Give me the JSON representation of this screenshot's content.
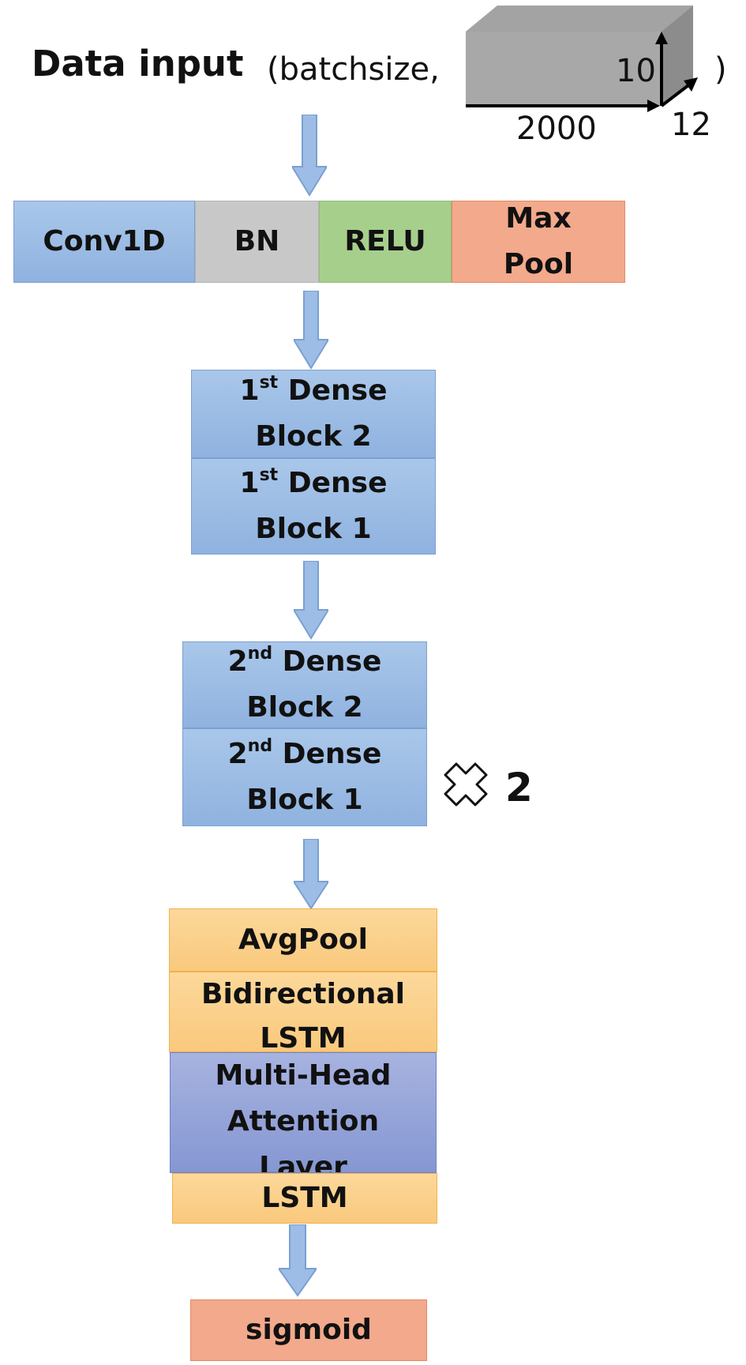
{
  "header": {
    "title_bold": "Data input",
    "title_paren": "(batchsize,",
    "paren_close": ")",
    "dims": {
      "d10": "10",
      "d2000": "2000",
      "d12": "12"
    }
  },
  "stage1": {
    "conv": "Conv1D",
    "bn": "BN",
    "relu": "RELU",
    "maxpool": "Max Pool"
  },
  "dense1": {
    "top": {
      "ord_num": "1",
      "ord_sup": "st",
      "title": " Dense",
      "sub": "Block 2"
    },
    "bottom": {
      "ord_num": "1",
      "ord_sup": "st",
      "title": " Dense",
      "sub": "Block 1"
    }
  },
  "dense2": {
    "top": {
      "ord_num": "2",
      "ord_sup": "nd",
      "title": " Dense",
      "sub": "Block 2"
    },
    "bottom": {
      "ord_num": "2",
      "ord_sup": "nd",
      "title": " Dense",
      "sub": "Block 1"
    },
    "repeat_label": "2"
  },
  "head": {
    "avgpool": "AvgPool",
    "bilstm": "Bidirectional LSTM",
    "mha": "Multi-Head Attention Layer",
    "lstm": "LSTM",
    "sigmoid": "sigmoid"
  },
  "colors": {
    "blue": "#9dbde6",
    "gray": "#c8c8c8",
    "green": "#a6cf8c",
    "orange": "#f3a98b",
    "yellow": "#fbd38d",
    "purple": "#95a5d9"
  },
  "icons": {
    "arrow": "down-arrow-icon",
    "repeat": "times-icon",
    "tensor": "cuboid-icon"
  }
}
